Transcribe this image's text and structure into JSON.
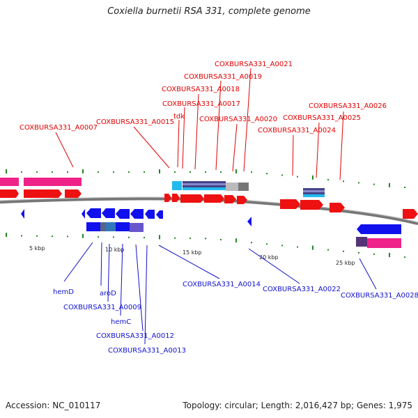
{
  "title": "Coxiella burnetii RSA 331, complete genome",
  "footer": {
    "accession": "Accession: NC_010117",
    "summary": "Topology: circular; Length: 2,016,427 bp; Genes: 1,975"
  },
  "colors": {
    "forward_gene": "#ee1111",
    "reverse_gene": "#1111ee",
    "pink_feature": "#ee2288",
    "cyan_feature": "#22bbee",
    "backbone": "#777777",
    "top_label": "#e00000",
    "bottom_label": "#1010cc",
    "tick_green": "#228822"
  },
  "scale": {
    "kbp_labels": [
      "5 kbp",
      "10 kbp",
      "15 kbp",
      "20 kbp",
      "25 kbp"
    ]
  },
  "labels_top": [
    "COXBURSA331_A0007",
    "COXBURSA331_A0015",
    "tdk",
    "COXBURSA331_A0017",
    "COXBURSA331_A0018",
    "COXBURSA331_A0019",
    "COXBURSA331_A0020",
    "COXBURSA331_A0021",
    "COXBURSA331_A0024",
    "COXBURSA331_A0025",
    "COXBURSA331_A0026"
  ],
  "labels_bottom": [
    "hemD",
    "aroD",
    "COXBURSA331_A0009",
    "hemC",
    "COXBURSA331_A0012",
    "COXBURSA331_A0013",
    "COXBURSA331_A0014",
    "COXBURSA331_A0022",
    "COXBURSA331_A0028"
  ]
}
